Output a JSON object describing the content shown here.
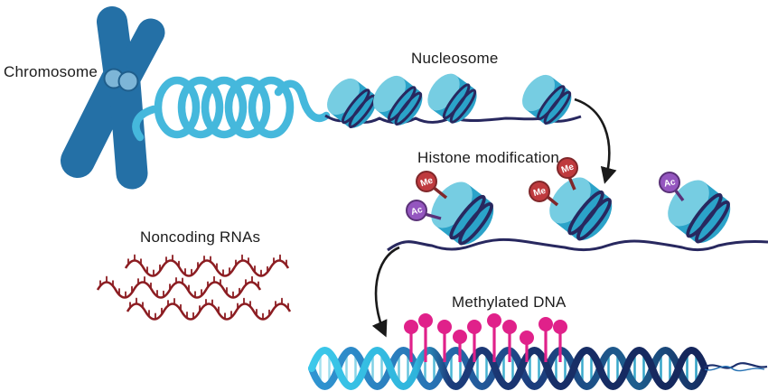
{
  "labels": {
    "chromosome": "Chromosome",
    "nucleosome": "Nucleosome",
    "histone_modification": "Histone modification",
    "noncoding_rnas": "Noncoding RNAs",
    "methylated_dna": "Methylated DNA"
  },
  "histone_modification": {
    "nucleosomes": [
      {
        "badges": [
          "Me",
          "Ac"
        ]
      },
      {
        "badges": [
          "Me",
          "Me"
        ]
      },
      {
        "badges": [
          "Ac"
        ]
      }
    ]
  },
  "counts": {
    "top_row_nucleosomes": 4,
    "modified_nucleosomes": 3,
    "noncoding_rna_strands": 3,
    "dna_methyl_marks": 10
  },
  "icons": {
    "arrow_nucleosome_to_histone": "curved-arrow-icon",
    "arrow_histone_to_dna": "curved-arrow-icon"
  },
  "colors": {
    "chromosome_body": "#2470A6",
    "centromere": "#7DB5D7",
    "chromatin_fiber": "#45B8DC",
    "nucleosome_top": "#76CDE2",
    "nucleosome_side": "#2BA3C9",
    "dna_strand": "#28285F",
    "methyl_badge": "#BF3A3E",
    "methyl_badge_border": "#80272A",
    "acetyl_badge": "#9456BF",
    "acetyl_badge_border": "#5A3178",
    "rna_strand": "#8C1D22",
    "methyl_mark": "#E0218A",
    "helix_light": "#3CC8EA",
    "helix_dark": "#1B2E6B",
    "arrow": "#1a1a1a"
  }
}
